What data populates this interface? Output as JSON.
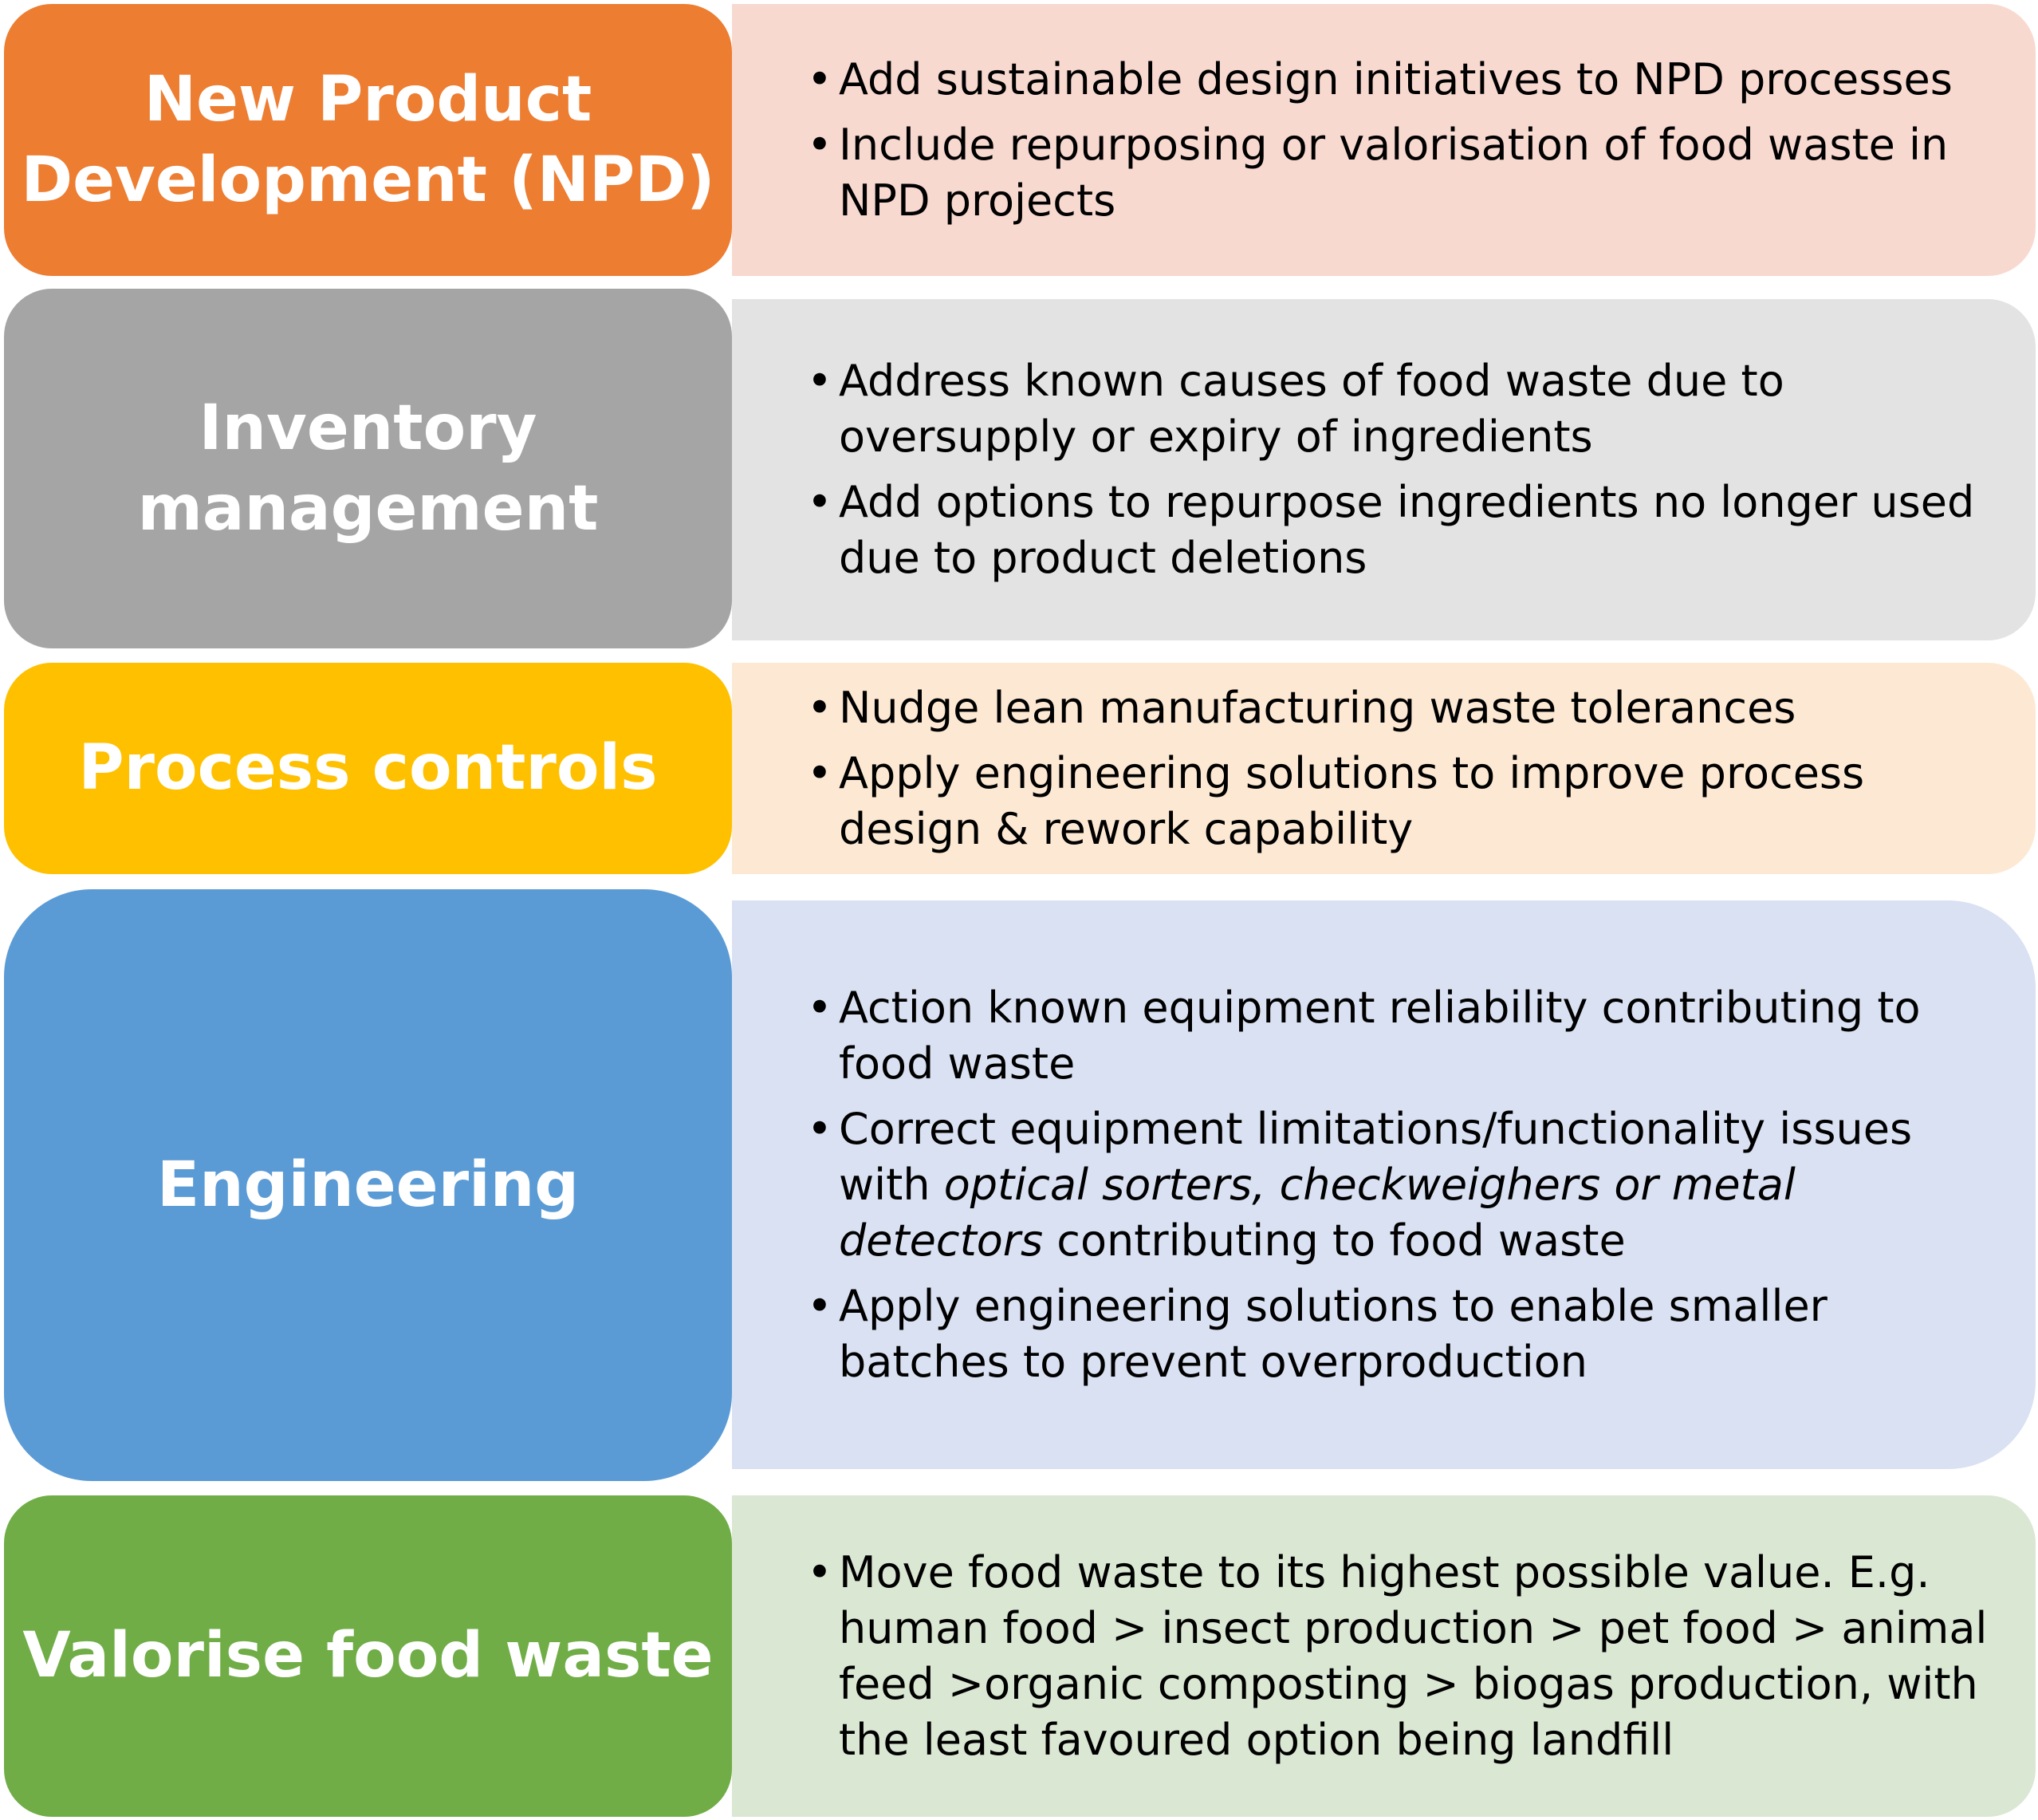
{
  "rows": [
    {
      "label": "New Product\nDevelopment   (NPD)",
      "label_color": "#ED7D31",
      "panel_color": "#F8D9D0",
      "bullets": [
        [
          "Add sustainable design initiatives to NPD processes"
        ],
        [
          "Include repurposing or valorisation of food waste in NPD projects"
        ]
      ]
    },
    {
      "label": "Inventory\nmanagement",
      "label_color": "#A5A5A5",
      "panel_color": "#E3E3E3",
      "bullets": [
        [
          "Address known causes of food waste due to oversupply or expiry of ingredients"
        ],
        [
          "Add options to repurpose ingredients no longer used due to product deletions"
        ]
      ]
    },
    {
      "label": "Process controls",
      "label_color": "#FFC000",
      "panel_color": "#FDE9D3",
      "bullets": [
        [
          "Nudge lean manufacturing waste tolerances"
        ],
        [
          "Apply engineering solutions to improve process design & rework capability"
        ]
      ]
    },
    {
      "label": "Engineering",
      "label_color": "#5B9BD5",
      "panel_color": "#D9E1F2",
      "bullets": [
        [
          "Action known equipment reliability contributing to food waste"
        ],
        [
          "Correct equipment limitations/functionality issues with ",
          {
            "i": "optical sorters, checkweighers or metal detectors"
          },
          " contributing to food waste"
        ],
        [
          "Apply engineering solutions to enable smaller batches to prevent overproduction"
        ]
      ]
    },
    {
      "label": "Valorise food waste",
      "label_color": "#70AD47",
      "panel_color": "#DAE7D3",
      "bullets": [
        [
          "Move food waste to its highest possible value. E.g. human food > insect production > pet food > animal feed  >organic composting > biogas production, with the least favoured option being landfill"
        ]
      ]
    }
  ]
}
